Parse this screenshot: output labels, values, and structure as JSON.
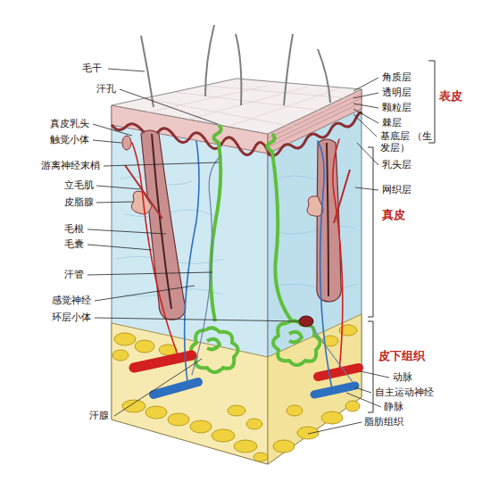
{
  "diagram": {
    "labels": [
      "毛干",
      "汗孔",
      "真皮乳头",
      "触觉小体",
      "游离神经末梢",
      "立毛肌",
      "皮脂腺",
      "毛根",
      "毛囊",
      "汗管",
      "感觉神经",
      "环层小体",
      "汗腺",
      "角质层",
      "透明层",
      "颗粒层",
      "棘层",
      "基底层 （生发层）",
      "表皮",
      "乳头层",
      "网织层",
      "真皮",
      "皮下组织",
      "动脉",
      "自主运动神经",
      "静脉",
      "脂肪组织"
    ]
  }
}
